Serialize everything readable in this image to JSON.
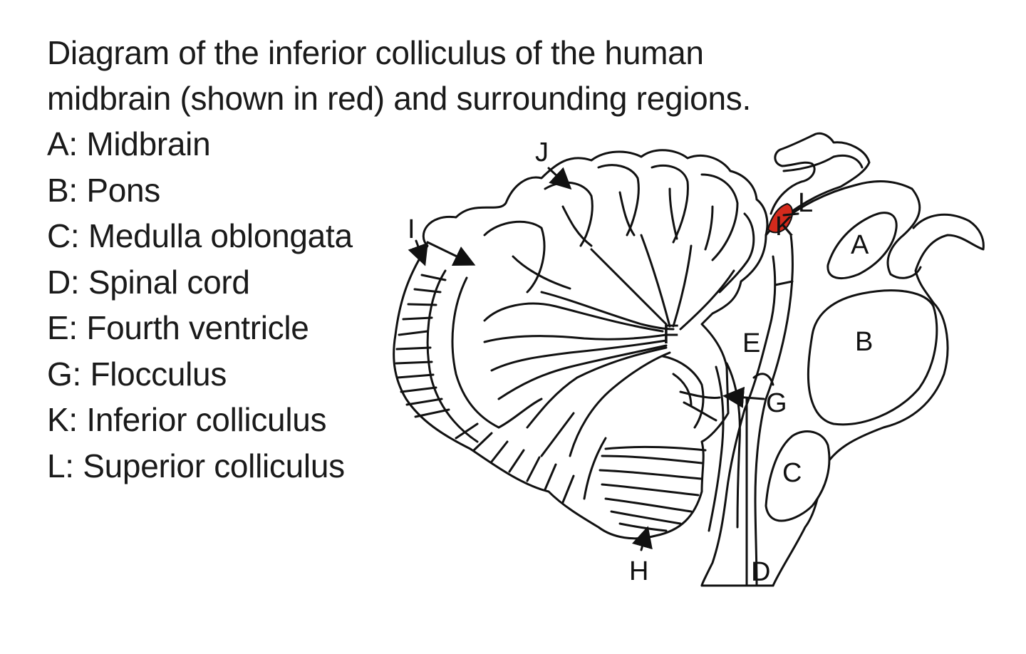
{
  "caption": {
    "line1": "Diagram of the inferior colliculus of the human",
    "line2": "midbrain (shown in red) and surrounding regions."
  },
  "legend": [
    "A: Midbrain",
    "B: Pons",
    "C: Medulla oblongata",
    "D: Spinal cord",
    "E: Fourth ventricle",
    "G: Flocculus",
    "K: Inferior colliculus",
    "L: Superior colliculus"
  ],
  "labels": {
    "A": "A",
    "B": "B",
    "C": "C",
    "D": "D",
    "E": "E",
    "F": "F",
    "G": "G",
    "H": "H",
    "I": "I",
    "J": "J",
    "K": "K",
    "L": "L"
  },
  "colors": {
    "highlight": "#d42a1c",
    "line": "#111111"
  }
}
